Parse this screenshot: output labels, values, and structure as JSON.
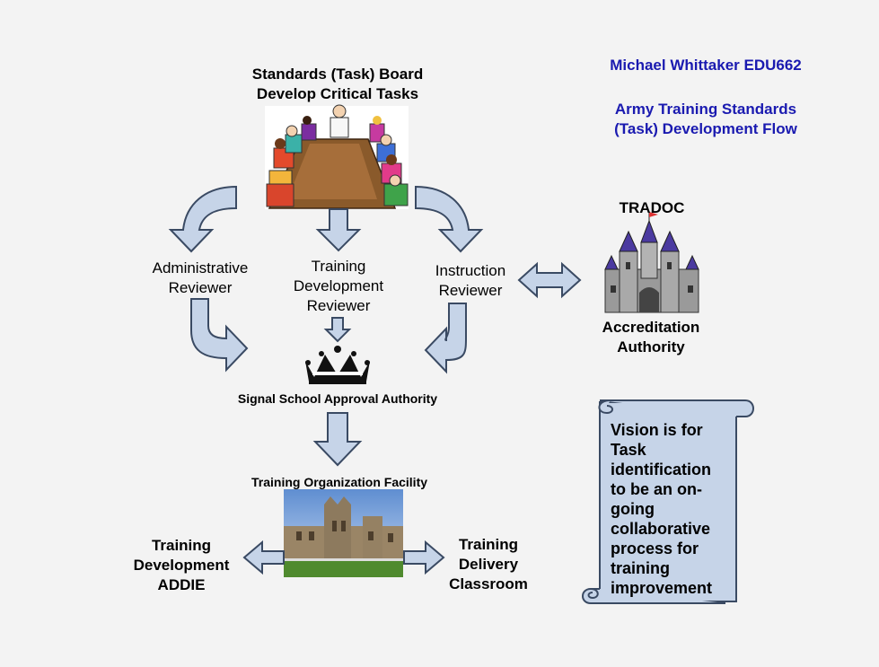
{
  "header": {
    "author": "Michael Whittaker EDU662",
    "title_line1": "Army Training Standards",
    "title_line2": "(Task) Development Flow"
  },
  "board": {
    "title_line1": "Standards (Task) Board",
    "title_line2": "Develop Critical Tasks"
  },
  "reviewers": {
    "administrative": {
      "line1": "Administrative",
      "line2": "Reviewer"
    },
    "training_development": {
      "line1": "Training",
      "line2": "Development",
      "line3": "Reviewer"
    },
    "instruction": {
      "line1": "Instruction",
      "line2": "Reviewer"
    }
  },
  "tradoc": {
    "label": "TRADOC",
    "caption_line1": "Accreditation",
    "caption_line2": "Authority"
  },
  "approval": {
    "label": "Signal School Approval Authority"
  },
  "facility": {
    "label": "Training Organization Facility"
  },
  "outputs": {
    "development": {
      "line1": "Training",
      "line2": "Development",
      "line3": "ADDIE"
    },
    "delivery": {
      "line1": "Training",
      "line2": "Delivery",
      "line3": "Classroom"
    }
  },
  "vision": {
    "lines": [
      "Vision is for",
      "Task",
      "identification",
      "to be an on-",
      "going",
      "collaborative",
      "process for",
      "training",
      "improvement"
    ]
  },
  "colors": {
    "arrow_fill": "#c6d4e8",
    "arrow_stroke": "#3a4a63",
    "header_blue": "#1a1ab0",
    "background": "#f3f3f3"
  }
}
